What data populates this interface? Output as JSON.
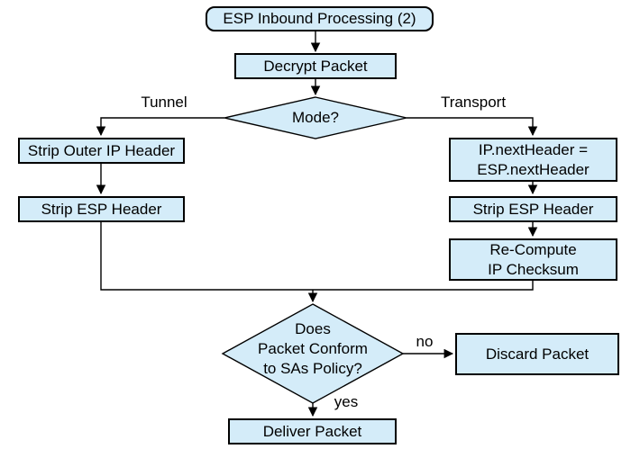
{
  "diagram": {
    "title": "ESP Inbound Processing (2)",
    "colors": {
      "node_fill": "#d4ecf9",
      "node_border": "#000000",
      "line_color": "#000000",
      "text_color": "#000000",
      "background": "#ffffff"
    },
    "nodes": {
      "start": {
        "label": "ESP Inbound Processing (2)"
      },
      "decrypt": {
        "label": "Decrypt Packet"
      },
      "mode_decision": {
        "label": "Mode?"
      },
      "strip_outer_ip": {
        "label": "Strip Outer IP Header"
      },
      "strip_esp_tunnel": {
        "label": "Strip ESP Header"
      },
      "set_next_header": {
        "lines": [
          "IP.nextHeader =",
          "ESP.nextHeader"
        ]
      },
      "strip_esp_transport": {
        "label": "Strip ESP Header"
      },
      "recompute_checksum": {
        "lines": [
          "Re-Compute",
          "IP Checksum"
        ]
      },
      "policy_decision": {
        "lines": [
          "Does",
          "Packet Conform",
          "to SAs Policy?"
        ]
      },
      "discard": {
        "label": "Discard Packet"
      },
      "deliver": {
        "label": "Deliver Packet"
      }
    },
    "edge_labels": {
      "tunnel": "Tunnel",
      "transport": "Transport",
      "no": "no",
      "yes": "yes"
    }
  }
}
